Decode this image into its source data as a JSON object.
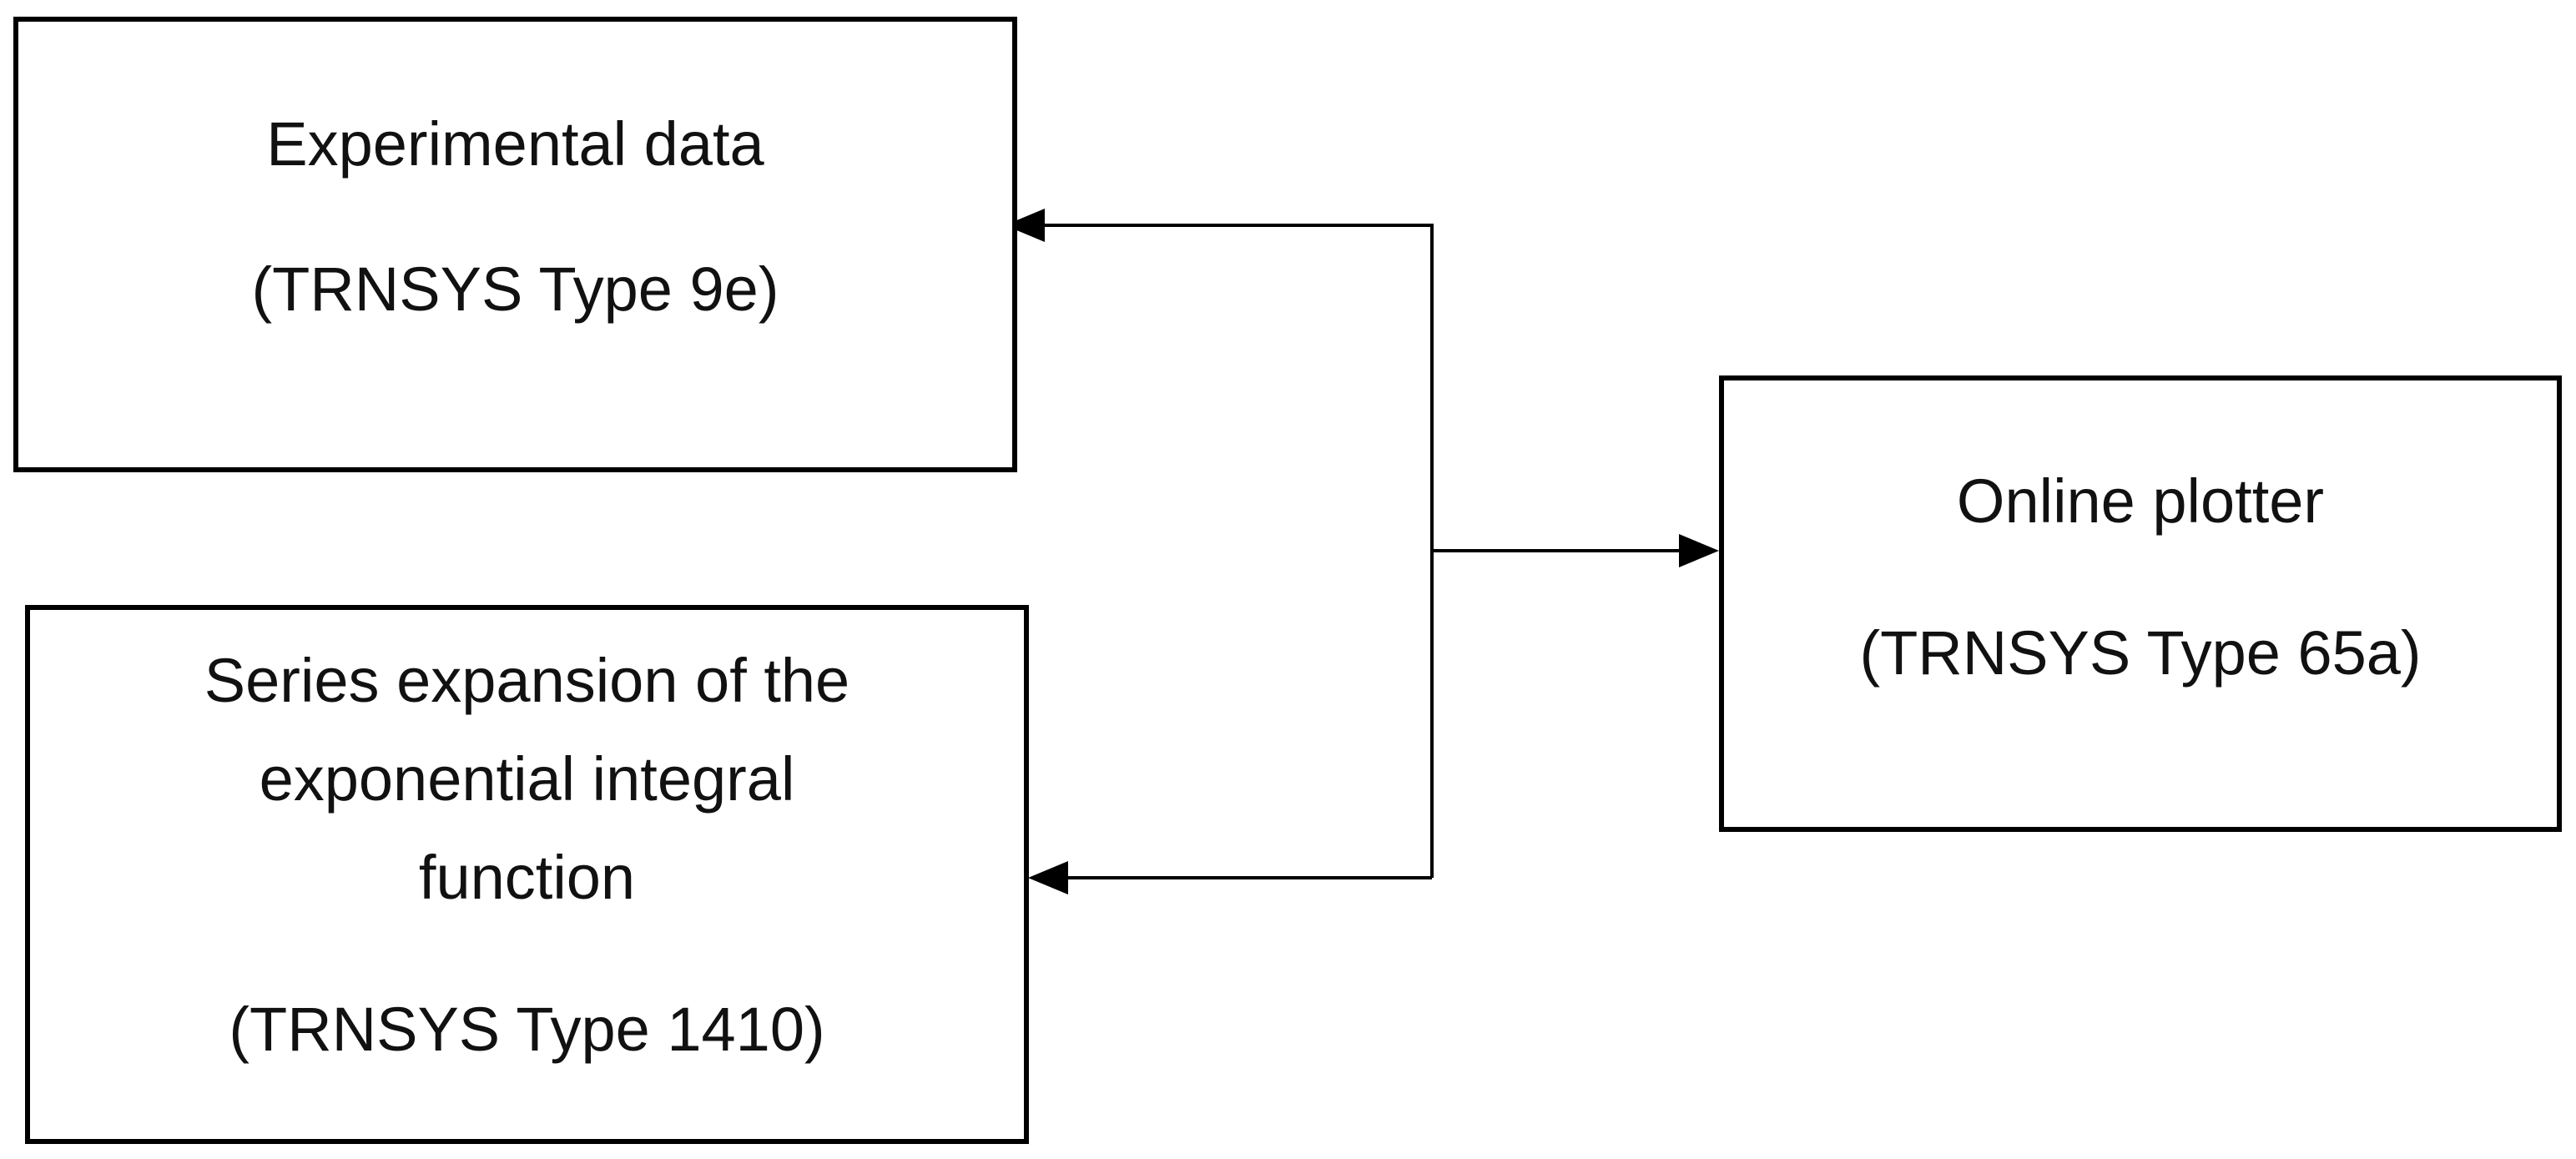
{
  "diagram": {
    "nodes": {
      "experimental": {
        "title": "Experimental data",
        "type_label": "(TRNSYS Type 9e)"
      },
      "series": {
        "line1": "Series expansion of the",
        "line2": "exponential integral",
        "line3": "function",
        "type_label": "(TRNSYS Type 1410)"
      },
      "plotter": {
        "title": "Online plotter",
        "type_label": "(TRNSYS Type 65a)"
      }
    },
    "edges": [
      {
        "from": "hub",
        "to": "experimental"
      },
      {
        "from": "hub",
        "to": "series"
      },
      {
        "from": "hub",
        "to": "plotter"
      }
    ]
  }
}
